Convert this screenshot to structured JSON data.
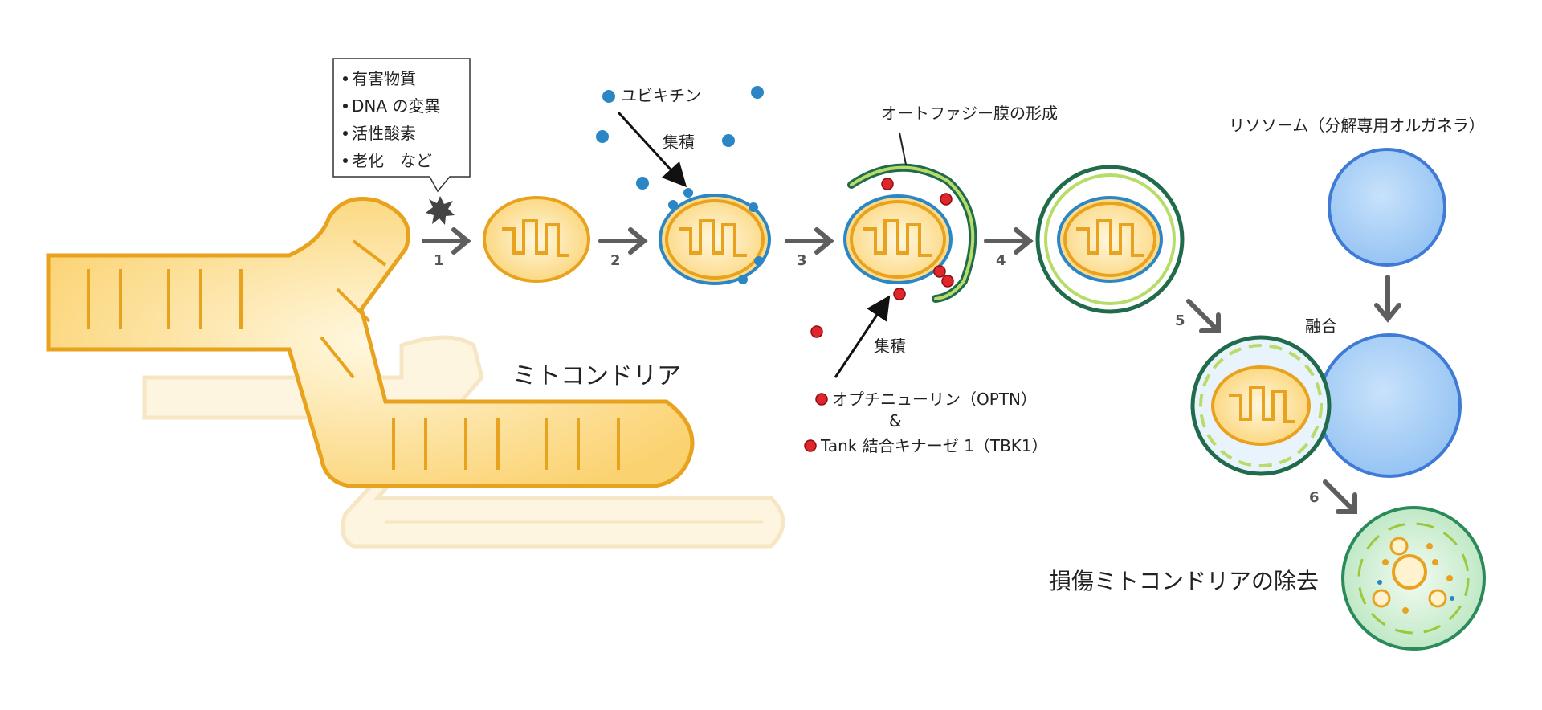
{
  "stressors": [
    "有害物質",
    "DNA の変異",
    "活性酸素",
    "老化　など"
  ],
  "labels": {
    "ubiquitin": "ユビキチン",
    "accumulate_top": "集積",
    "autophagy_membrane": "オートファジー膜の形成",
    "lysosome": "リソソーム（分解専用オルガネラ）",
    "fusion": "融合",
    "mitochondria": "ミトコンドリア",
    "accumulate_bottom": "集積",
    "optn": "オプチニューリン（OPTN）",
    "and": "&",
    "tbk1": "Tank 結合キナーゼ 1（TBK1）",
    "removal": "損傷ミトコンドリアの除去"
  },
  "steps": [
    "1",
    "2",
    "3",
    "4",
    "5",
    "6"
  ],
  "colors": {
    "mito_fill": "#fbd77a",
    "mito_stroke": "#e8a21e",
    "ubiquitin": "#2a86c4",
    "optn_tbk1": "#e0262b",
    "membrane_outer": "#1f6b4b",
    "membrane_inner": "#9cc83c",
    "lysosome_fill": "#9cc8f5",
    "lysosome_stroke": "#3f7ad6",
    "arrow": "#5e5e5e"
  }
}
